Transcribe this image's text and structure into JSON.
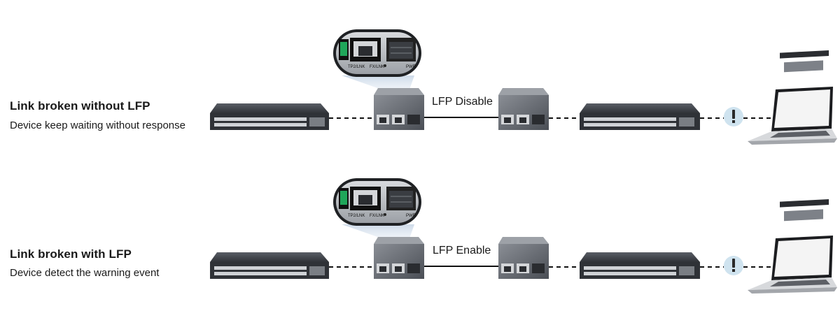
{
  "rows": [
    {
      "title": "Link broken without LFP",
      "subtitle": "Device keep waiting without response",
      "link_label": "LFP Disable",
      "zoom_labels": [
        "TP2/LNK",
        "FX/LNK",
        "PWR"
      ]
    },
    {
      "title": "Link broken with LFP",
      "subtitle": "Device detect the warning event",
      "link_label": "LFP Enable",
      "zoom_labels": [
        "TP2/LNK",
        "FX/LNK",
        "PWR"
      ]
    }
  ],
  "colors": {
    "device_body": "#4a4e55",
    "device_dark": "#2f3237",
    "converter_body": "#6b6f75",
    "warning_circle": "#cfe3ef",
    "warning_mark": "#2a2a2a",
    "line": "#111111"
  },
  "icons": {
    "warning": "exclamation-icon",
    "laptop": "laptop-icon",
    "switch": "network-switch-icon",
    "converter": "media-converter-icon"
  }
}
